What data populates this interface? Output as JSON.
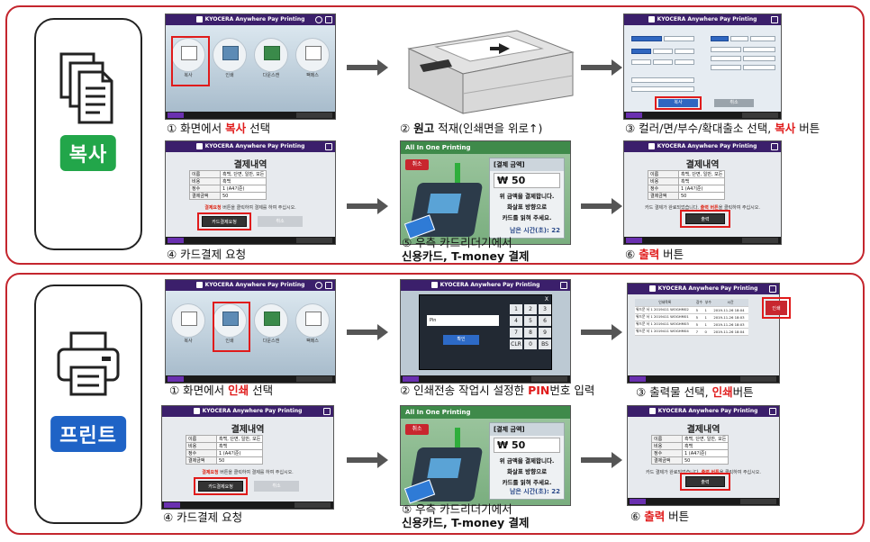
{
  "sections": {
    "copy": {
      "badge": "복사",
      "accent": "#22a64a",
      "step1": {
        "prefix": "① 화면에서 ",
        "em": "복사",
        "suffix": " 선택"
      },
      "step2": {
        "prefix": "② ",
        "em": "원고",
        "suffix": " 적재(인쇄면을 위로↑)"
      },
      "step3": {
        "prefix": "③ 컬러/면/부수/확대출소 선택, ",
        "em": "복사",
        "suffix": " 버튼"
      },
      "step4": {
        "text": "④ 카드결제 요청"
      },
      "step5": {
        "line1": "⑤ 우측 카드리더기에서",
        "line2": "신용카드, T-money 결제"
      },
      "step6": {
        "prefix": "⑥ ",
        "em": "출력",
        "suffix": " 버튼"
      }
    },
    "print": {
      "badge": "프린트",
      "accent": "#1f63c6",
      "step1": {
        "prefix": "① 화면에서 ",
        "em": "인쇄",
        "suffix": " 선택"
      },
      "step2": {
        "prefix": "② 인쇄전송 작업시 설정한 ",
        "em": "PIN",
        "suffix": "번호 입력"
      },
      "step3": {
        "prefix": "③ 출력물 선택, ",
        "em": "인쇄",
        "suffix": "버튼"
      },
      "step4": {
        "text": "④ 카드결제 요청"
      },
      "step5": {
        "line1": "⑤ 우측 카드리더기에서",
        "line2": "신용카드, T-money 결제"
      },
      "step6": {
        "prefix": "⑥ ",
        "em": "출력",
        "suffix": " 버튼"
      }
    }
  },
  "screens": {
    "header_title": "KYOCERA Anywhere Pay Printing",
    "apps": [
      "복사",
      "인쇄",
      "다운스캔",
      "팩메스"
    ],
    "receipt": {
      "title": "결제내역",
      "rows": [
        {
          "k": "이름",
          "v": "흑백, 단면, 일반, 모든"
        },
        {
          "k": "비용",
          "v": "흑백"
        },
        {
          "k": "정수",
          "v": "1 (A4기준)"
        },
        {
          "k": "결제금액",
          "v": "50"
        }
      ],
      "note_prefix": "결제요청",
      "note_suffix": " 버튼을 클릭하여 결제를 하여 주십시오.",
      "pay_button": "카드결제요청",
      "cancel_button": "취소"
    },
    "receipt_done": {
      "title": "결제내역",
      "note_prefix": "카드 결제가 완료되었습니다. ",
      "note_em": "출력 버튼",
      "note_suffix": "을 클릭하여 주십시오.",
      "print_button": "출력"
    },
    "payment": {
      "header": "All In One Printing",
      "cancel": "취소",
      "amount_label": "[결제 금액]",
      "amount": "₩ 50",
      "line1": "위 금액을 결제합니다.",
      "line2": "화살표 방향으로",
      "line3": "카드를 읽혀 주세요.",
      "timer_label": "남은 시간(초):",
      "timer_value": "22"
    },
    "pin": {
      "keys": [
        "1",
        "2",
        "3",
        "4",
        "5",
        "6",
        "7",
        "8",
        "9",
        "CLR",
        "0",
        "BS"
      ],
      "ok": "확인",
      "field": "Pin",
      "close": "X"
    },
    "jobs": {
      "headers": [
        "인쇄목록",
        "장수",
        "부수",
        "시간"
      ],
      "rows": [
        [
          "워드문 서 1 2019411 WOGHM02",
          "5",
          "1",
          "2019-11-26 18:04"
        ],
        [
          "워드문 서 1 2019411 WOGHM01",
          "5",
          "1",
          "2019-11-26 18:03"
        ],
        [
          "워드문 서 1 2019411 WOGHM03",
          "5",
          "1",
          "2019-11-26 18:03"
        ],
        [
          "워드문 서 1 2019411 WOGHM04",
          "7",
          "0",
          "2019-11-26 18:04"
        ]
      ],
      "print_button": "인쇄"
    },
    "copy_settings": {
      "copy_button": "복사",
      "cancel_button": "취소"
    }
  }
}
